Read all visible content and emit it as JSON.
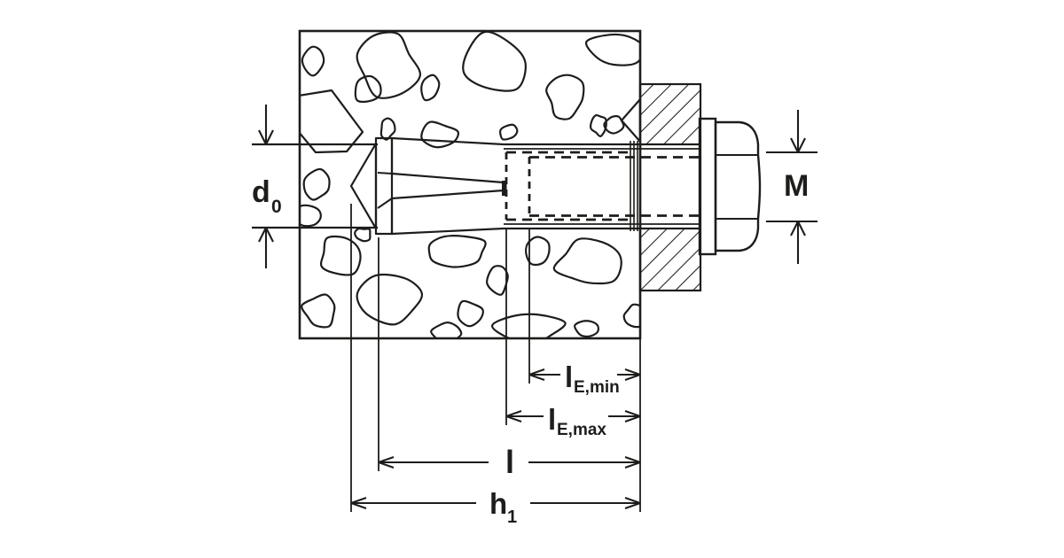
{
  "diagram": {
    "kind": "anchor-installation-cross-section",
    "labels": {
      "d0": {
        "main": "d",
        "sub": "0"
      },
      "M": {
        "main": "M",
        "sub": ""
      },
      "le_min": {
        "main": "l",
        "sub": "E,min"
      },
      "le_max": {
        "main": "l",
        "sub": "E,max"
      },
      "l": {
        "main": "l",
        "sub": ""
      },
      "h1": {
        "main": "h",
        "sub": "1"
      }
    },
    "colors": {
      "ink": "#1d1d1b",
      "background": "#ffffff"
    }
  }
}
